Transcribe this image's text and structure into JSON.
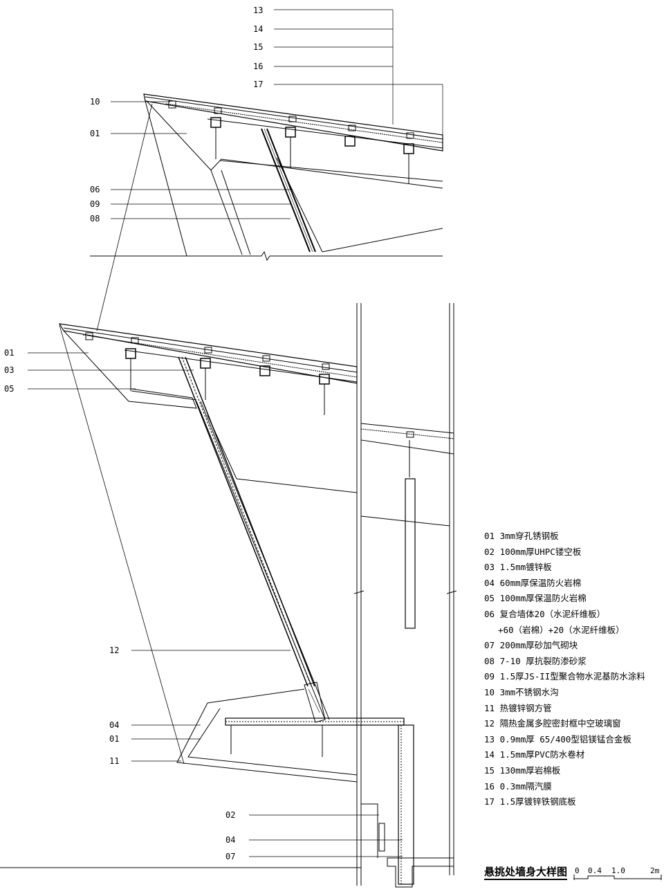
{
  "callouts_top": [
    "13",
    "14",
    "15",
    "16",
    "17"
  ],
  "callouts_upper": [
    "10",
    "01",
    "06",
    "09",
    "08"
  ],
  "callouts_middle": [
    "01",
    "03",
    "05"
  ],
  "callouts_lower": [
    "12",
    "04",
    "01",
    "11"
  ],
  "callouts_bottom": [
    "02",
    "04",
    "07"
  ],
  "legend": [
    {
      "num": "01",
      "text": "3mm穿孔锈钢板"
    },
    {
      "num": "02",
      "text": "100mm厚UHPC镂空板"
    },
    {
      "num": "03",
      "text": "1.5mm镀锌板"
    },
    {
      "num": "04",
      "text": "60mm厚保温防火岩棉"
    },
    {
      "num": "05",
      "text": "100mm厚保温防火岩棉"
    },
    {
      "num": "06",
      "text": "复合墙体20（水泥纤维板）"
    },
    {
      "num": "",
      "text": "+60（岩棉）+20（水泥纤维板）"
    },
    {
      "num": "07",
      "text": "200mm厚砂加气砌块"
    },
    {
      "num": "08",
      "text": "7-10 厚抗裂防渗砂浆"
    },
    {
      "num": "09",
      "text": "1.5厚JS-II型聚合物水泥基防水涂料"
    },
    {
      "num": "10",
      "text": "3mm不锈钢水沟"
    },
    {
      "num": "11",
      "text": "热镀锌钢方管"
    },
    {
      "num": "12",
      "text": "隔热金属多腔密封框中空玻璃窗"
    },
    {
      "num": "13",
      "text": "0.9mm厚 65/400型铝镁锰合金板"
    },
    {
      "num": "14",
      "text": "1.5mm厚PVC防水卷材"
    },
    {
      "num": "15",
      "text": "130mm厚岩棉板"
    },
    {
      "num": "16",
      "text": "0.3mm隔汽膜"
    },
    {
      "num": "17",
      "text": "1.5厚镀锌铁钢底板"
    }
  ],
  "title": "悬挑处墙身大样图",
  "scale": {
    "ticks": [
      "0",
      "0.4",
      "1.0",
      "2m"
    ]
  }
}
